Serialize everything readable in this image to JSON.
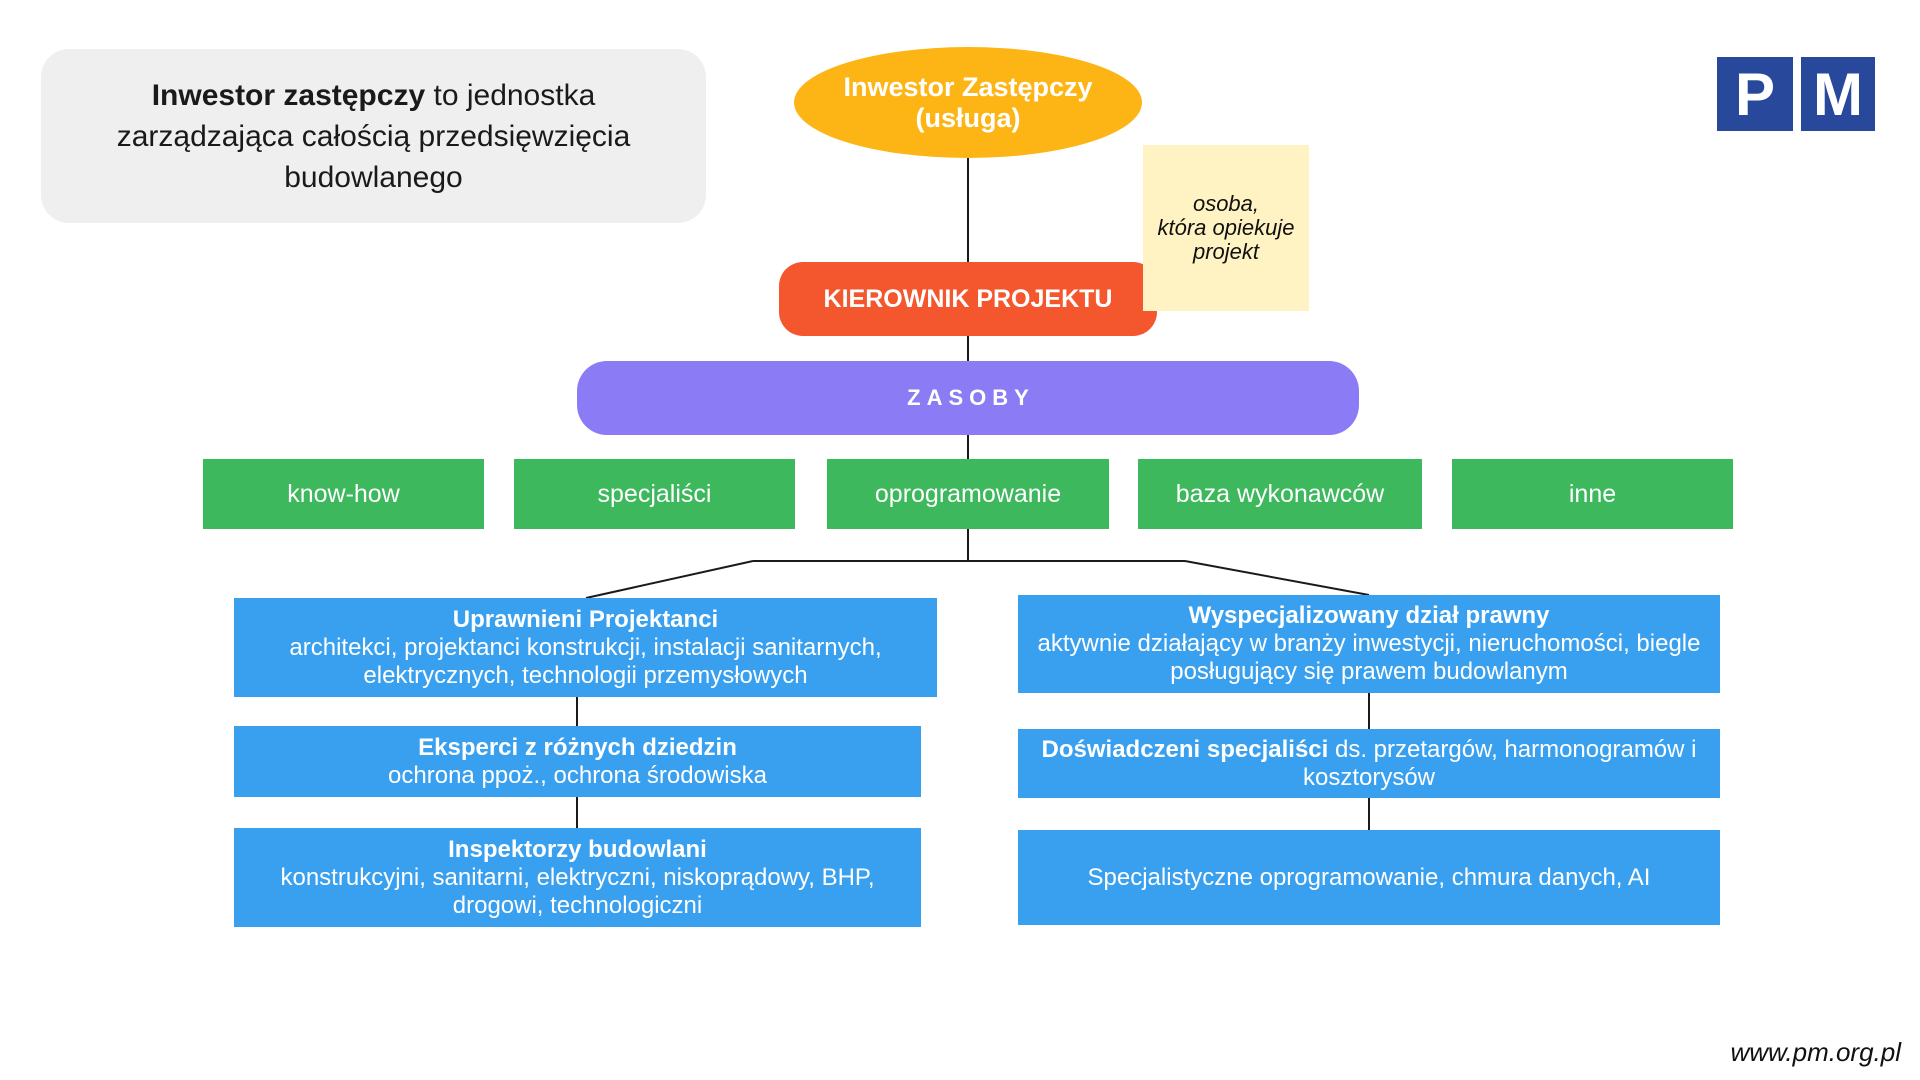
{
  "info_box": {
    "term": "Inwestor zastępczy",
    "definition": "to jednostka\nzarządzająca całością przedsięwzięcia\nbudowlanego"
  },
  "root": {
    "title": "Inwestor Zastępczy",
    "subtitle": "(usługa)"
  },
  "note": {
    "text": "osoba,\nktóra opiekuje\nprojekt"
  },
  "manager": {
    "label": "KIEROWNIK PROJEKTU"
  },
  "resources": {
    "label": "ZASOBY"
  },
  "categories": [
    "know-how",
    "specjaliści",
    "oprogramowanie",
    "baza wykonawców",
    "inne"
  ],
  "left_column": [
    {
      "title": "Uprawnieni Projektanci",
      "description": "architekci, projektanci konstrukcji, instalacji sanitarnych,\nelektrycznych, technologii przemysłowych"
    },
    {
      "title": "Eksperci z różnych dziedzin",
      "description": "ochrona ppoż., ochrona środowiska"
    },
    {
      "title": "Inspektorzy budowlani",
      "description": "konstrukcyjni, sanitarni, elektryczni, niskoprądowy, BHP,\ndrogowi, technologiczni"
    }
  ],
  "right_column": [
    {
      "title": "Wyspecjalizowany dział prawny",
      "description": "aktywnie działający w branży inwestycji, nieruchomości, biegle\nposługujący się prawem budowlanym"
    },
    {
      "title": "Doświadczeni specjaliści",
      "description": "ds. przetargów, harmonogramów i\nkosztorysów"
    },
    {
      "description": "Specjalistyczne oprogramowanie, chmura danych, AI"
    }
  ],
  "logo": {
    "letters": [
      "P",
      "M"
    ]
  },
  "footer": {
    "website": "www.pm.org.pl"
  },
  "colors": {
    "info_box": "#efefef",
    "root": "#fdb515",
    "manager": "#f4562e",
    "note": "#fff3c4",
    "resources": "#8b7cf6",
    "category": "#3db85c",
    "detail": "#39a0f0",
    "logo": "#28489b"
  }
}
